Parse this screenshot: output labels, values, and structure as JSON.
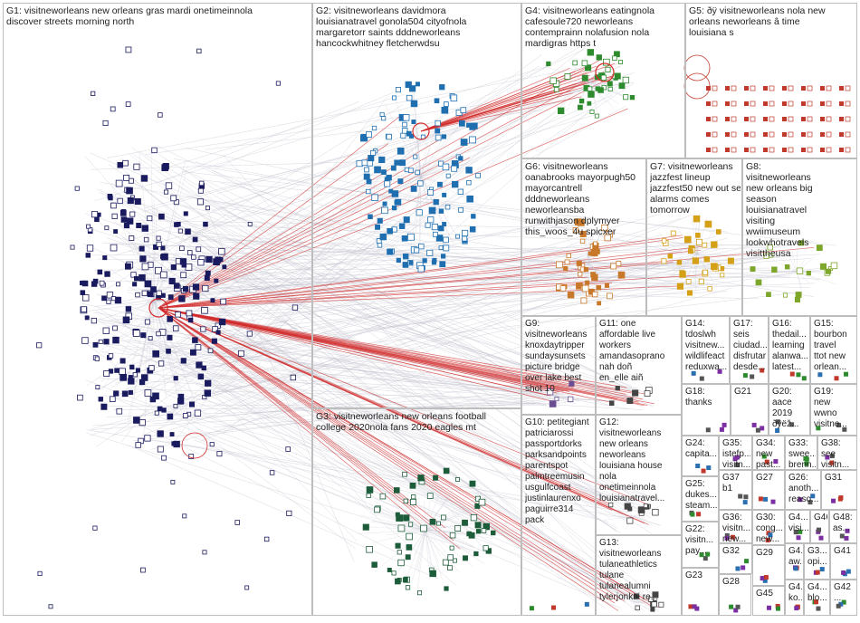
{
  "groups": [
    {
      "id": "G1",
      "label": "G1: visitneworleans new orleans gras mardi onetimeinnola\ndiscover streets morning north",
      "color": "#1a1a5e"
    },
    {
      "id": "G2",
      "label": "G2: visitneworleans davidmora\nlouisianatravel gonola504 cityofnola\nmargaretorr saints dddneworleans\nhancockwhitney fletcherwdsu",
      "color": "#1f6fb0"
    },
    {
      "id": "G3",
      "label": "G3: visitneworleans new orleans football\ncollege 2020nola fans 2020 eagles mt",
      "color": "#1d5c3a"
    },
    {
      "id": "G4",
      "label": "G4: visitneworleans eatingnola\ncafesoule720 neworleans\ncontemprainn nolafusion nola\nmardigras https t",
      "color": "#2e8b2e"
    },
    {
      "id": "G5",
      "label": "G5: ðÿ visitneworleans nola new\norleans neworleans â time\nlouisiana s",
      "color": "#c0392b"
    },
    {
      "id": "G6",
      "label": "G6: visitneworleans\noanabrooks mayorpugh50\nmayorcantrell\ndddneworleans\nneworleansba\nrunwithjason dplymyer\nthis_woos_4u spicxer",
      "color": "#c8782a"
    },
    {
      "id": "G7",
      "label": "G7: visitneworleans\njazzfest lineup\njazzfest50 new out set\nalarms comes\ntomorrow",
      "color": "#d4a017"
    },
    {
      "id": "G8",
      "label": "G8:\nvisitneworleans\nnew orleans big\nseason\nlouisianatravel\nvisiting\nwwiimuseum\nlookwhotravels\nvisittheusa",
      "color": "#7da62b"
    },
    {
      "id": "G9",
      "label": "G9:\nvisitneworleans\nknoxdaytripper\nsundaysunsets\npicture bridge\nover lake best\nshot 10",
      "color": "#6a4c93"
    },
    {
      "id": "G10",
      "label": "G10: petitegiant\npatriciarossi\npassportdorks\nparksandpoints\nparentspot\npalmtreemusin\nusgulfcoast\njustinlaurenxo\npaguirre314\npack",
      "color": "#444"
    },
    {
      "id": "G11",
      "label": "G11: one\naffordable live\nworkers\namandasoprano\nnah doñ\nen_elle aiñ",
      "color": "#444"
    },
    {
      "id": "G12",
      "label": "G12:\nvisitneworleans\nnew orleans\nneworleans\nlouisiana house\nnola\nonetimeinnola\nlouisianatravel...",
      "color": "#444"
    },
    {
      "id": "G13",
      "label": "G13:\nvisitneworleans\ntulaneathletics\ntulane\ntulanealumni\ntylerjonkai re...",
      "color": "#444"
    },
    {
      "id": "G14",
      "label": "G14:\ntdoslwh\nvisitnew...\nwildlifeact\nreduxwa...",
      "color": "#444"
    },
    {
      "id": "G15",
      "label": "G15:\nbourbon\ntravel\nttot new\norlean...",
      "color": "#444"
    },
    {
      "id": "G16",
      "label": "G16:\nthedail...\nlearning\nalanwa...\nlatest...",
      "color": "#444"
    },
    {
      "id": "G17",
      "label": "G17:\nseis\nciudad...\ndisfrutar\ndesde...",
      "color": "#444"
    },
    {
      "id": "G18",
      "label": "G18:\nthanks",
      "color": "#444"
    },
    {
      "id": "G19",
      "label": "G19:\nnew\nwwno\nvisitne...",
      "color": "#444"
    },
    {
      "id": "G20",
      "label": "G20:\naace\n2019\nðÿëž...",
      "color": "#444"
    },
    {
      "id": "G21",
      "label": "G21",
      "color": "#444"
    },
    {
      "id": "G22",
      "label": "G22:\nvisitn...\npay...",
      "color": "#444"
    },
    {
      "id": "G23",
      "label": "G23",
      "color": "#444"
    },
    {
      "id": "G24",
      "label": "G24:\ncapita...",
      "color": "#444"
    },
    {
      "id": "G25",
      "label": "G25:\ndukes...\nsteam...",
      "color": "#444"
    },
    {
      "id": "G26",
      "label": "G26:\nanoth...\nreaso...",
      "color": "#444"
    },
    {
      "id": "G27",
      "label": "G27",
      "color": "#444"
    },
    {
      "id": "G28",
      "label": "G28",
      "color": "#444"
    },
    {
      "id": "G29",
      "label": "G29",
      "color": "#444"
    },
    {
      "id": "G30",
      "label": "G30:\ncong...\nnew...",
      "color": "#444"
    },
    {
      "id": "G31",
      "label": "G31",
      "color": "#444"
    },
    {
      "id": "G32",
      "label": "G32",
      "color": "#444"
    },
    {
      "id": "G33",
      "label": "G33:\nswee...\nbrenn...\nifbc...",
      "color": "#444"
    },
    {
      "id": "G34",
      "label": "G34:\nnew\npast...",
      "color": "#444"
    },
    {
      "id": "G35",
      "label": "G35:\nistefp...\nvisitn...",
      "color": "#444"
    },
    {
      "id": "G36",
      "label": "G36:\nvisitn...\nnew...",
      "color": "#444"
    },
    {
      "id": "G37",
      "label": "G37\nb1",
      "color": "#444"
    },
    {
      "id": "G38",
      "label": "G38:\nsee\nvisitn...",
      "color": "#444"
    },
    {
      "id": "G39",
      "label": "G3...\nopi...",
      "color": "#444"
    },
    {
      "id": "G40",
      "label": "G4...\nvisi...",
      "color": "#444"
    },
    {
      "id": "G41",
      "label": "G41",
      "color": "#444"
    },
    {
      "id": "G42",
      "label": "G42\n...",
      "color": "#444"
    },
    {
      "id": "G43",
      "label": "G4...\naw...",
      "color": "#444"
    },
    {
      "id": "G44",
      "label": "G4...\nko...",
      "color": "#444"
    },
    {
      "id": "G45",
      "label": "G45",
      "color": "#444"
    },
    {
      "id": "G46",
      "label": "G46",
      "color": "#444"
    },
    {
      "id": "G47",
      "label": "G4...\nblo...",
      "color": "#444"
    },
    {
      "id": "G48",
      "label": "G48:\nas...",
      "color": "#444"
    }
  ]
}
